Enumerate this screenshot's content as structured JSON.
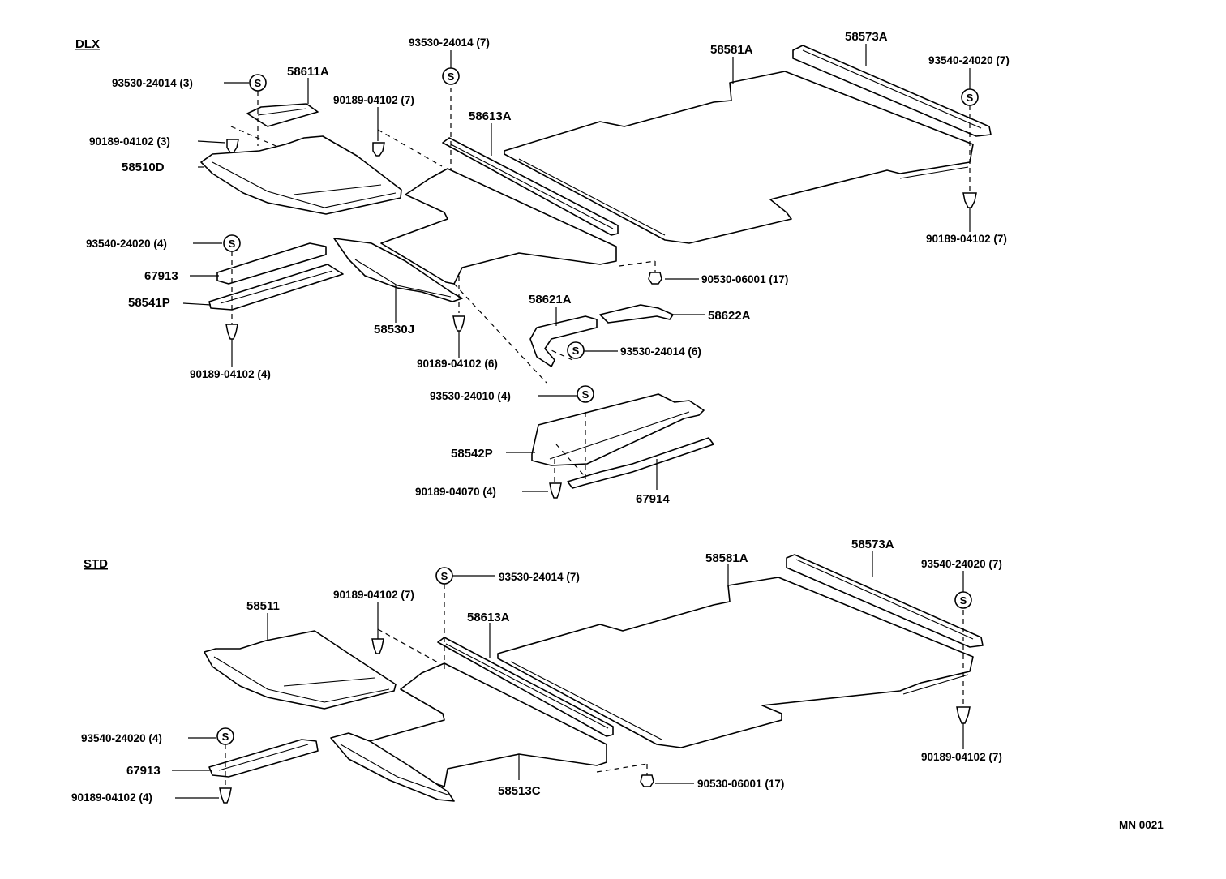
{
  "sections": {
    "dlx": "DLX",
    "std": "STD"
  },
  "dlx": {
    "p58611A": "58611A",
    "p93530_24014_3": "93530-24014 (3)",
    "p90189_04102_3": "90189-04102 (3)",
    "p58510D": "58510D",
    "p93540_24020_4": "93540-24020 (4)",
    "p67913": "67913",
    "p58541P": "58541P",
    "p90189_04102_4": "90189-04102 (4)",
    "p58530J": "58530J",
    "p90189_04102_6": "90189-04102 (6)",
    "p93530_24014_7": "93530-24014 (7)",
    "p90189_04102_7a": "90189-04102 (7)",
    "p58613A": "58613A",
    "p58581A": "58581A",
    "p58573A": "58573A",
    "p93540_24020_7": "93540-24020 (7)",
    "p90189_04102_7b": "90189-04102 (7)",
    "p90530_06001_17": "90530-06001 (17)",
    "p58621A": "58621A",
    "p58622A": "58622A",
    "p93530_24014_6": "93530-24014 (6)",
    "p93530_24010_4": "93530-24010 (4)",
    "p58542P": "58542P",
    "p90189_04070_4": "90189-04070 (4)",
    "p67914": "67914"
  },
  "std": {
    "p58511": "58511",
    "p90189_04102_7a": "90189-04102 (7)",
    "p93530_24014_7": "93530-24014 (7)",
    "p58613A": "58613A",
    "p58581A": "58581A",
    "p58573A": "58573A",
    "p93540_24020_7": "93540-24020 (7)",
    "p90189_04102_7b": "90189-04102 (7)",
    "p93540_24020_4": "93540-24020 (4)",
    "p67913": "67913",
    "p90189_04102_4": "90189-04102 (4)",
    "p58513C": "58513C",
    "p90530_06001_17": "90530-06001 (17)"
  },
  "screw_symbol": "S",
  "diagram_code": "MN 0021"
}
